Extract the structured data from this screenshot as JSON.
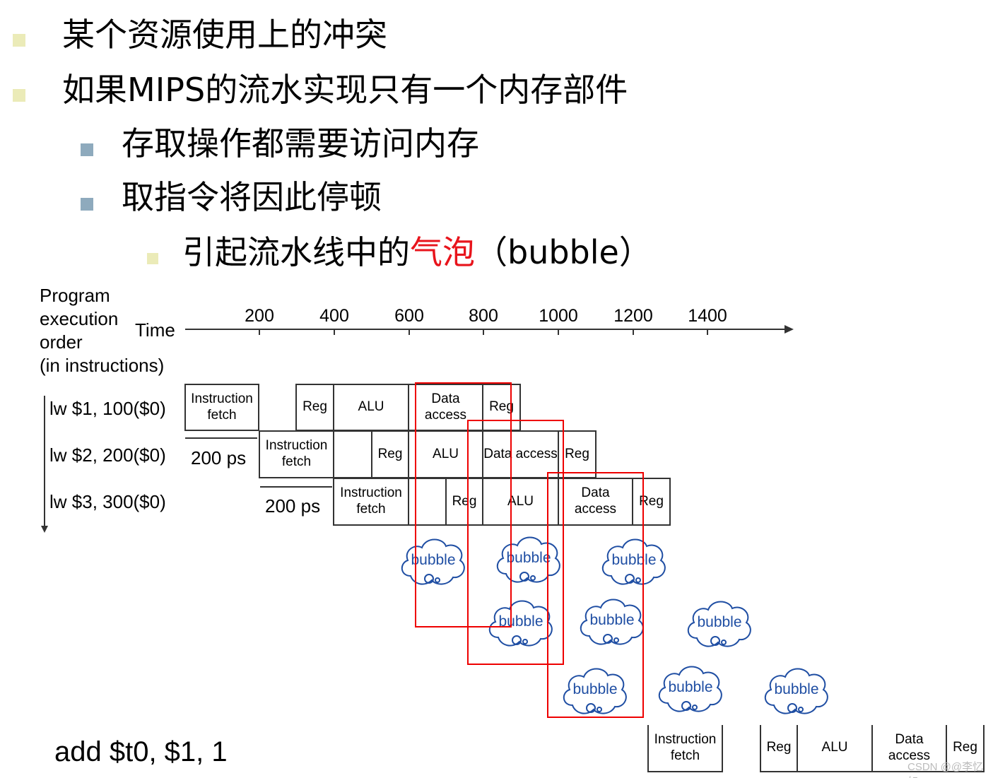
{
  "bullets": [
    {
      "text": "某个资源使用上的冲突",
      "level": 1
    },
    {
      "text": "如果MIPS的流水实现只有一个内存部件",
      "level": 1
    },
    {
      "text": "存取操作都需要访问内存",
      "level": 2
    },
    {
      "text": "取指令将因此停顿",
      "level": 2
    }
  ],
  "bullet5": {
    "pre": "引起流水线中的",
    "highlight": "气泡",
    "post": "（bubble）"
  },
  "colors": {
    "level1_bullet": "#ebebb8",
    "level2_bullet": "#8eaabd",
    "highlight": "#e8141c",
    "frame": "#e00000",
    "bubble_text": "#1f4ea3"
  },
  "diagram": {
    "axis_label": [
      "Program",
      "execution",
      "order",
      "(in instructions)"
    ],
    "time_label": "Time",
    "ticks": [
      "200",
      "400",
      "600",
      "800",
      "1000",
      "1200",
      "1400"
    ],
    "instructions": [
      "lw  $1, 100($0)",
      "lw  $2, 200($0)",
      "lw  $3, 300($0)"
    ],
    "duration": "200 ps",
    "stages": {
      "if": "Instruction fetch",
      "reg": "Reg",
      "alu": "ALU",
      "da": "Data access"
    },
    "bubble": "bubble",
    "add_instruction": "add $t0, $1, 1"
  },
  "watermark": "CSDN @@李忆如"
}
